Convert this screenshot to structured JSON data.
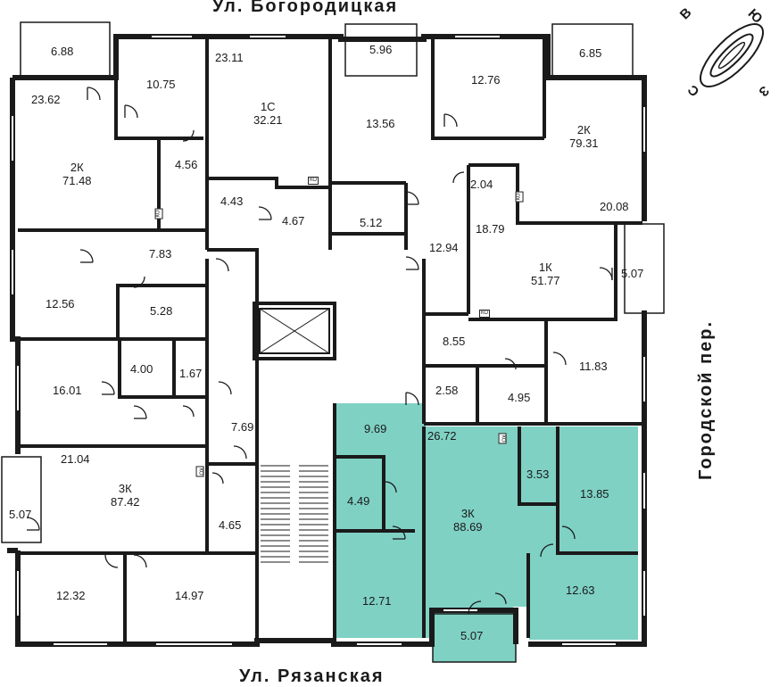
{
  "streets": {
    "top": "Ул. Богородицкая",
    "bottom": "Ул. Рязанская",
    "right": "Городской пер."
  },
  "compass": {
    "letters": [
      "В",
      "Ю",
      "З",
      "С"
    ]
  },
  "highlight_color": "#7fd1c4",
  "wall_color": "#1a1a1a",
  "apartments": [
    {
      "type": "2К",
      "area": "71.48"
    },
    {
      "type": "1С",
      "area": "32.21"
    },
    {
      "type": "2К",
      "area": "79.31"
    },
    {
      "type": "1К",
      "area": "51.77"
    },
    {
      "type": "3К",
      "area": "87.42"
    },
    {
      "type": "3К",
      "area": "88.69"
    }
  ],
  "rooms": [
    "6.88",
    "23.62",
    "10.75",
    "4.56",
    "23.11",
    "4.43",
    "4.67",
    "5.96",
    "13.56",
    "5.12",
    "12.94",
    "12.76",
    "2.04",
    "20.08",
    "6.85",
    "7.83",
    "12.56",
    "5.28",
    "18.79",
    "5.07",
    "16.01",
    "4.00",
    "1.67",
    "8.55",
    "11.83",
    "2.58",
    "4.95",
    "7.69",
    "9.69",
    "26.72",
    "21.04",
    "5.07",
    "4.49",
    "3.53",
    "13.85",
    "4.65",
    "12.71",
    "12.63",
    "12.32",
    "14.97",
    "5.07"
  ],
  "ko_label": "КО"
}
